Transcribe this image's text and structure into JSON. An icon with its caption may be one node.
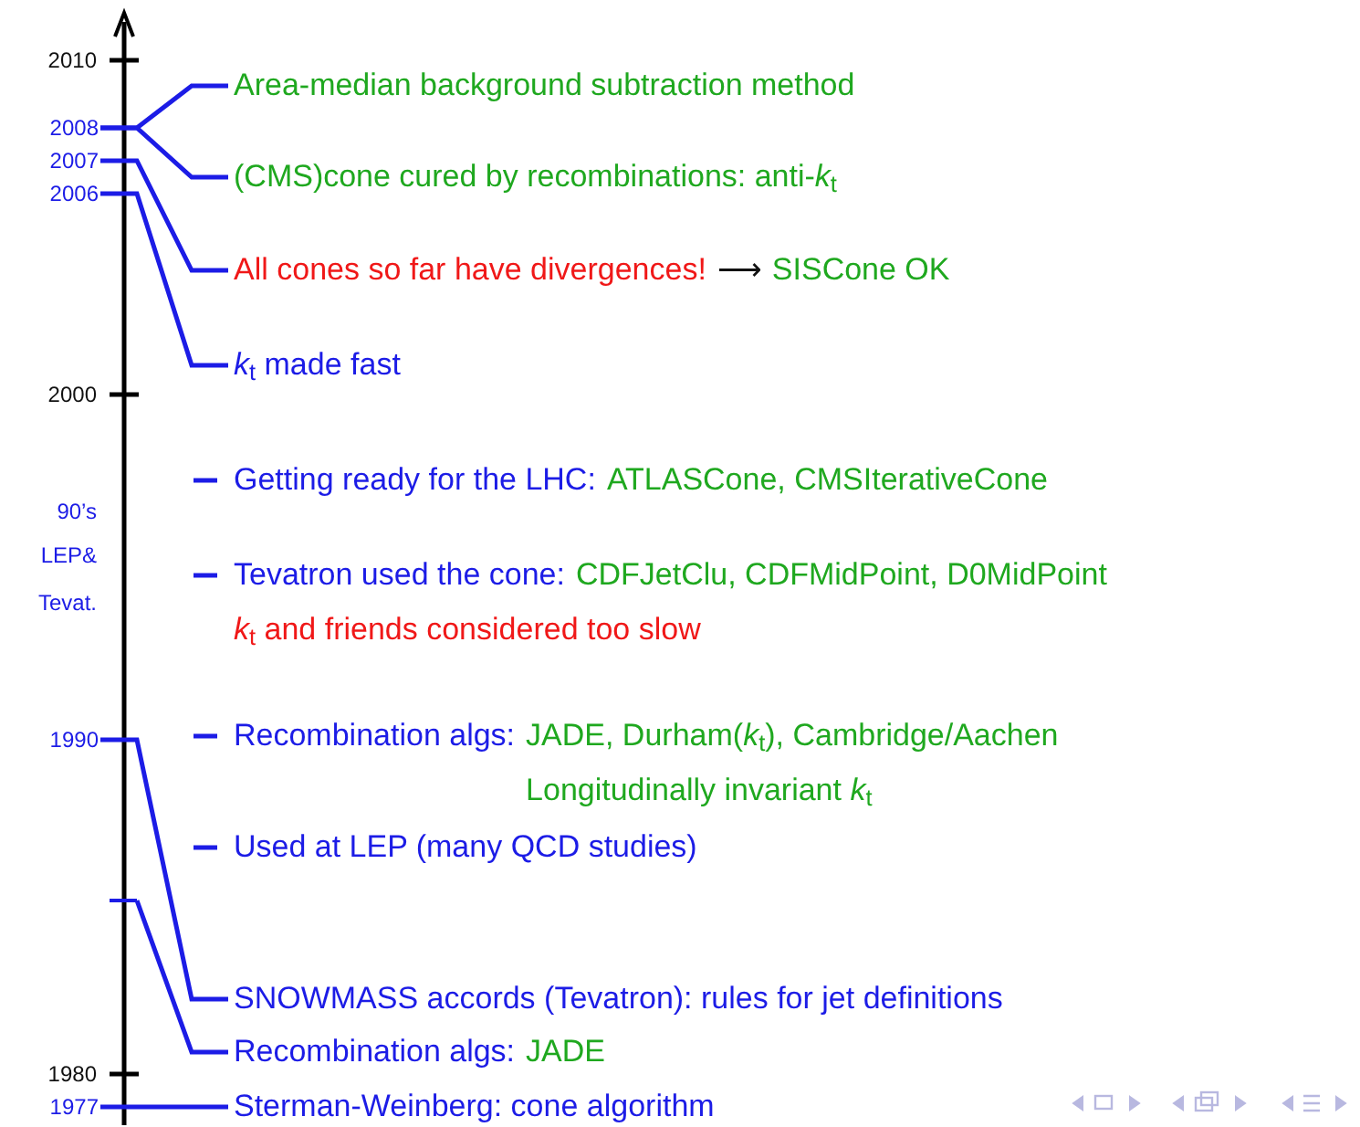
{
  "diagram": {
    "nodes": [
      {
        "text": [
          "2008"
        ]
      },
      {
        "text": [
          "2007"
        ]
      },
      {
        "text": [
          "2006"
        ]
      },
      {
        "text": [
          "1990"
        ]
      },
      {
        "text": [],
        "shape": "bar"
      },
      {
        "text": [
          "1977"
        ]
      },
      {
        "text": [
          "Area-median background subtraction method"
        ]
      },
      {
        "text": [
          "(CMS)cone cured by recombinations: anti-*k*$_{t}$"
        ]
      },
      {
        "text": [
          "All cones so far have divergences!",
          "⟶",
          "SISCone OK"
        ]
      },
      {
        "text": [
          "*k*$_{t}$ made fast"
        ]
      },
      {
        "text": [
          "Getting ready for the LHC:",
          "ATLASCone, CMSIterativeCone"
        ]
      },
      {
        "text": [
          "Tevatron used the cone:",
          "CDFJetClu, CDFMidPoint, D0MidPoint",
          "*k*$_{t}$ and friends considered too slow"
        ]
      },
      {
        "text": [
          "Recombination algs:",
          "JADE, Durham(*k*$_{t}$), Cambridge/Aachen",
          "Longitudinally invariant *k*$_{t}$"
        ]
      },
      {
        "text": [
          "Used at LEP (many QCD studies)"
        ]
      },
      {
        "text": [
          "SNOWMASS accords (Tevatron): rules for jet definitions"
        ]
      },
      {
        "text": [
          "Recombination algs:",
          "JADE"
        ]
      },
      {
        "text": [
          "Sterman-Weinberg: cone algorithm"
        ]
      }
    ],
    "edges": [
      {
        "from": 0,
        "to": 6,
        "arrow": "none"
      },
      {
        "from": 0,
        "to": 7,
        "arrow": "none"
      },
      {
        "from": 1,
        "to": 8,
        "arrow": "none"
      },
      {
        "from": 2,
        "to": 9,
        "arrow": "none"
      },
      {
        "from": 3,
        "to": 14,
        "arrow": "none"
      },
      {
        "from": 4,
        "to": 15,
        "arrow": "none"
      },
      {
        "from": 5,
        "to": 16,
        "arrow": "none"
      }
    ],
    "labels": [
      "2010",
      "2000",
      "90’s",
      "LEP&",
      "Tevat.",
      "1980"
    ]
  }
}
